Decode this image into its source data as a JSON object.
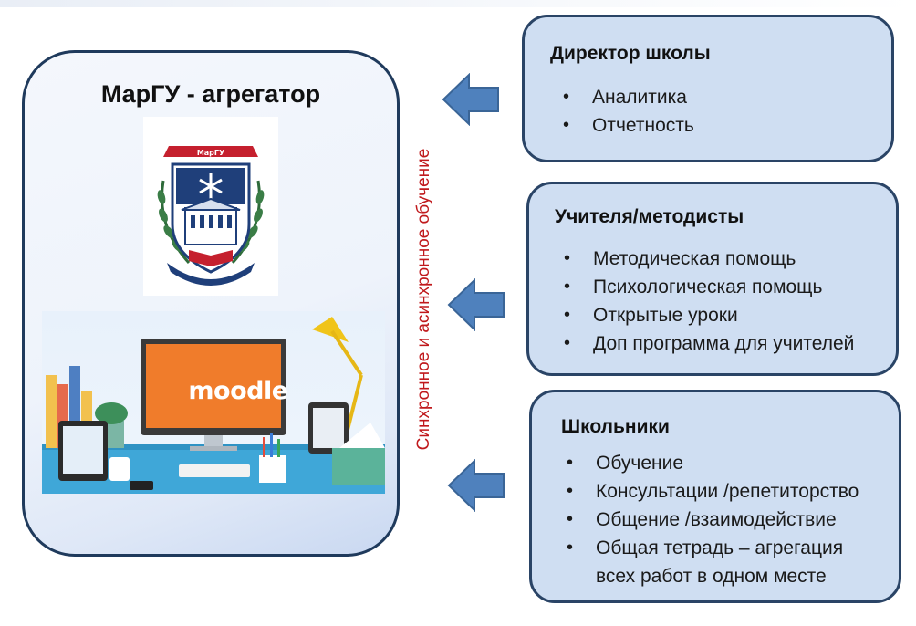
{
  "left_panel": {
    "title": "МарГУ - агрегатор",
    "logo_text": "МарГУ",
    "moodle_text": "moodle"
  },
  "vertical_label": "Синхронное и асинхронное обучение",
  "colors": {
    "box_fill": "#cfdef2",
    "box_border": "#2a4466",
    "arrow_fill": "#4f81bd",
    "vertical_text": "#c0191c"
  },
  "boxes": [
    {
      "title": "Директор школы",
      "items": [
        "Аналитика",
        "Отчетность"
      ]
    },
    {
      "title": "Учителя/методисты",
      "items": [
        "Методическая помощь",
        "Психологическая помощь",
        "Открытые уроки",
        "Доп программа для учителей"
      ]
    },
    {
      "title": "Школьники",
      "items": [
        "Обучение",
        "Консультации /репетиторство",
        "Общение /взаимодействие",
        "Общая тетрадь – агрегация",
        "всех работ в одном месте"
      ]
    }
  ]
}
